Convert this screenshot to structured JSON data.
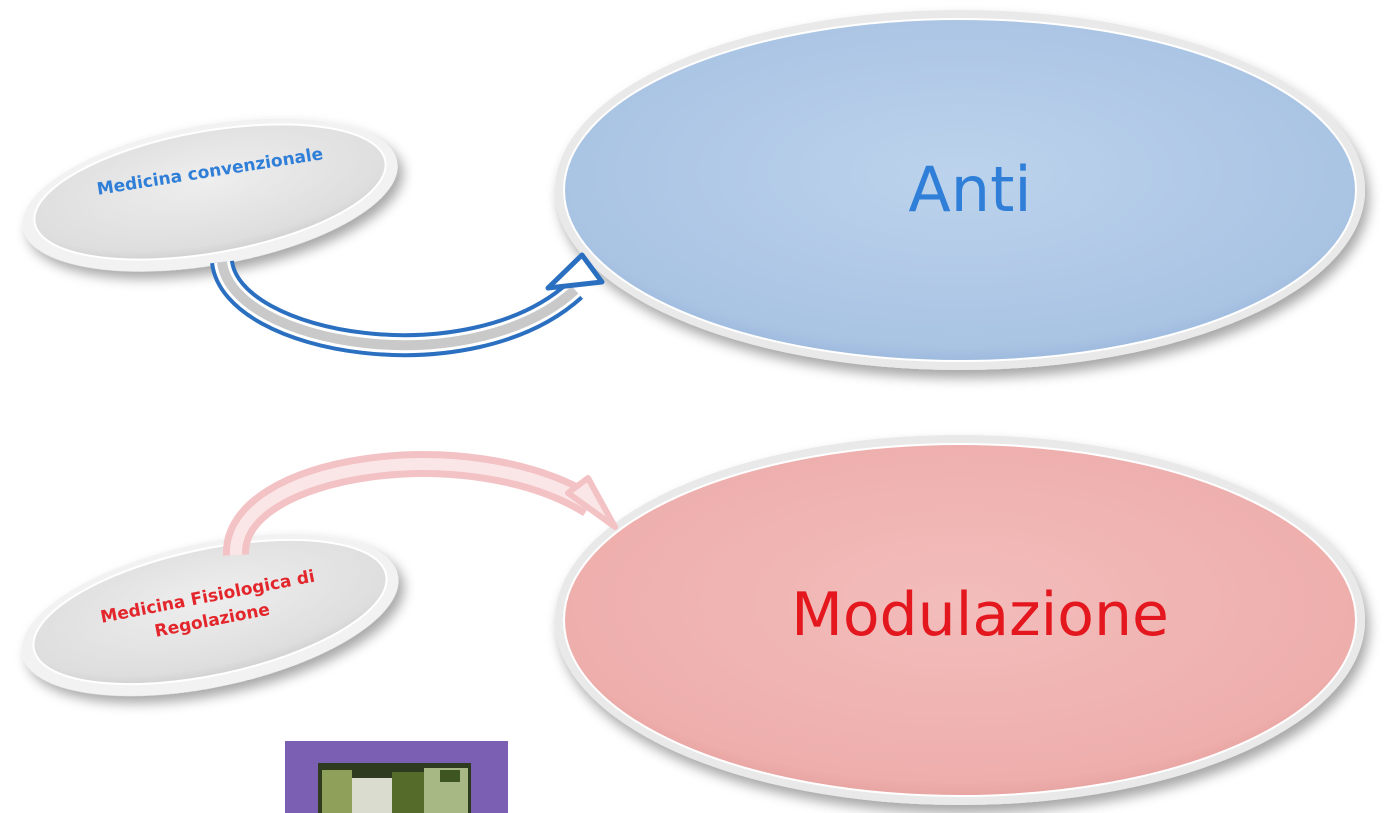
{
  "diagram": {
    "top_row": {
      "source_label": "Medicina convenzionale",
      "target_label": "Anti"
    },
    "bottom_row": {
      "source_label": "Medicina Fisiologica di Regolazione",
      "target_label": "Modulazione"
    }
  },
  "colors": {
    "blue_text": "#2f7ed8",
    "blue_fill": "#b8cfe8",
    "red_text": "#e3171d",
    "pink_fill": "#f0b8b6",
    "grey_fill": "#e6e6e6",
    "arrow_blue": "#2b6fc0",
    "arrow_pink": "#f3c2c4",
    "thumbnail_frame": "#7b5fb3"
  }
}
